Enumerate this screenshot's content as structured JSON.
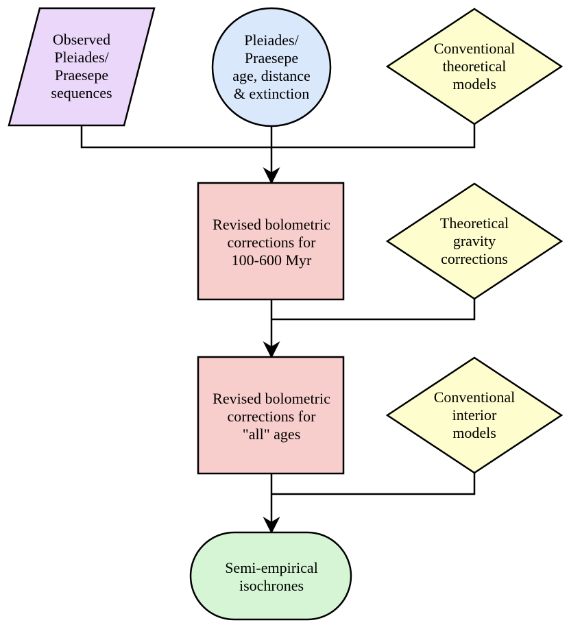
{
  "nodes": {
    "observed_sequences": {
      "lines": [
        "Observed",
        "Pleiades/",
        "Praesepe",
        "sequences"
      ],
      "color": "#ead7fa"
    },
    "cluster_parameters": {
      "lines": [
        "Pleiades/",
        "Praesepe",
        "age, distance",
        "& extinction"
      ],
      "color": "#dae8fc"
    },
    "conventional_theoretical_models": {
      "lines": [
        "Conventional",
        "theoretical",
        "models"
      ],
      "color": "#fdfdcd"
    },
    "bc_100_600": {
      "lines": [
        "Revised bolometric",
        "corrections for",
        "100-600 Myr"
      ],
      "color": "#f8cecc"
    },
    "theoretical_gravity_corrections": {
      "lines": [
        "Theoretical",
        "gravity",
        "corrections"
      ],
      "color": "#fdfdcd"
    },
    "bc_all_ages": {
      "lines": [
        "Revised bolometric",
        "corrections for",
        "\"all\" ages"
      ],
      "color": "#f8cecc"
    },
    "conventional_interior_models": {
      "lines": [
        "Conventional",
        "interior",
        "models"
      ],
      "color": "#fdfdcd"
    },
    "semi_empirical_isochrones": {
      "lines": [
        "Semi-empirical",
        "isochrones"
      ],
      "color": "#d5f5d5"
    }
  }
}
